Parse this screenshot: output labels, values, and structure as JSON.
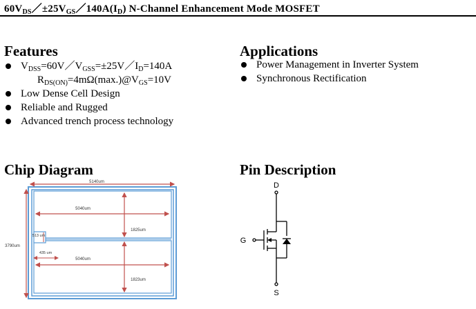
{
  "title": {
    "p1": "60V",
    "s1": "DS",
    "p2": "／±25V",
    "s2": "GS",
    "p3": "／140A(I",
    "s3": "D",
    "p4": ")  N-Channel  Enhancement  Mode  MOSFET"
  },
  "features": {
    "heading": "Features",
    "spec": {
      "a": "V",
      "a_sub": "DSS",
      "b": "=60V／V",
      "b_sub": "GSS",
      "c": "=±25V／I",
      "c_sub": "D",
      "d": "=140A"
    },
    "rds": {
      "a": "R",
      "a_sub": "DS(ON)",
      "b": "=4mΩ(max.)@V",
      "b_sub": "GS",
      "c": "=10V"
    },
    "items": [
      "Low Dense Cell Design",
      "Reliable and Rugged",
      "Advanced trench process technology"
    ]
  },
  "applications": {
    "heading": "Applications",
    "items": [
      "Power Management in Inverter System",
      "Synchronous Rectification"
    ]
  },
  "chip_diagram": {
    "heading": "Chip Diagram",
    "dims": {
      "width": "5140um",
      "height": "3790um",
      "inner_width_top": "5040um",
      "inner_width_bottom": "5040um",
      "top_height": "1825um",
      "bottom_height": "1823um",
      "pad_size": "513 um",
      "pad_offset": "435 um"
    },
    "colors": {
      "die": "#5b9bd5",
      "dimension": "#c0504d"
    }
  },
  "pin_description": {
    "heading": "Pin Description",
    "labels": {
      "drain": "D",
      "gate": "G",
      "source": "S"
    }
  }
}
